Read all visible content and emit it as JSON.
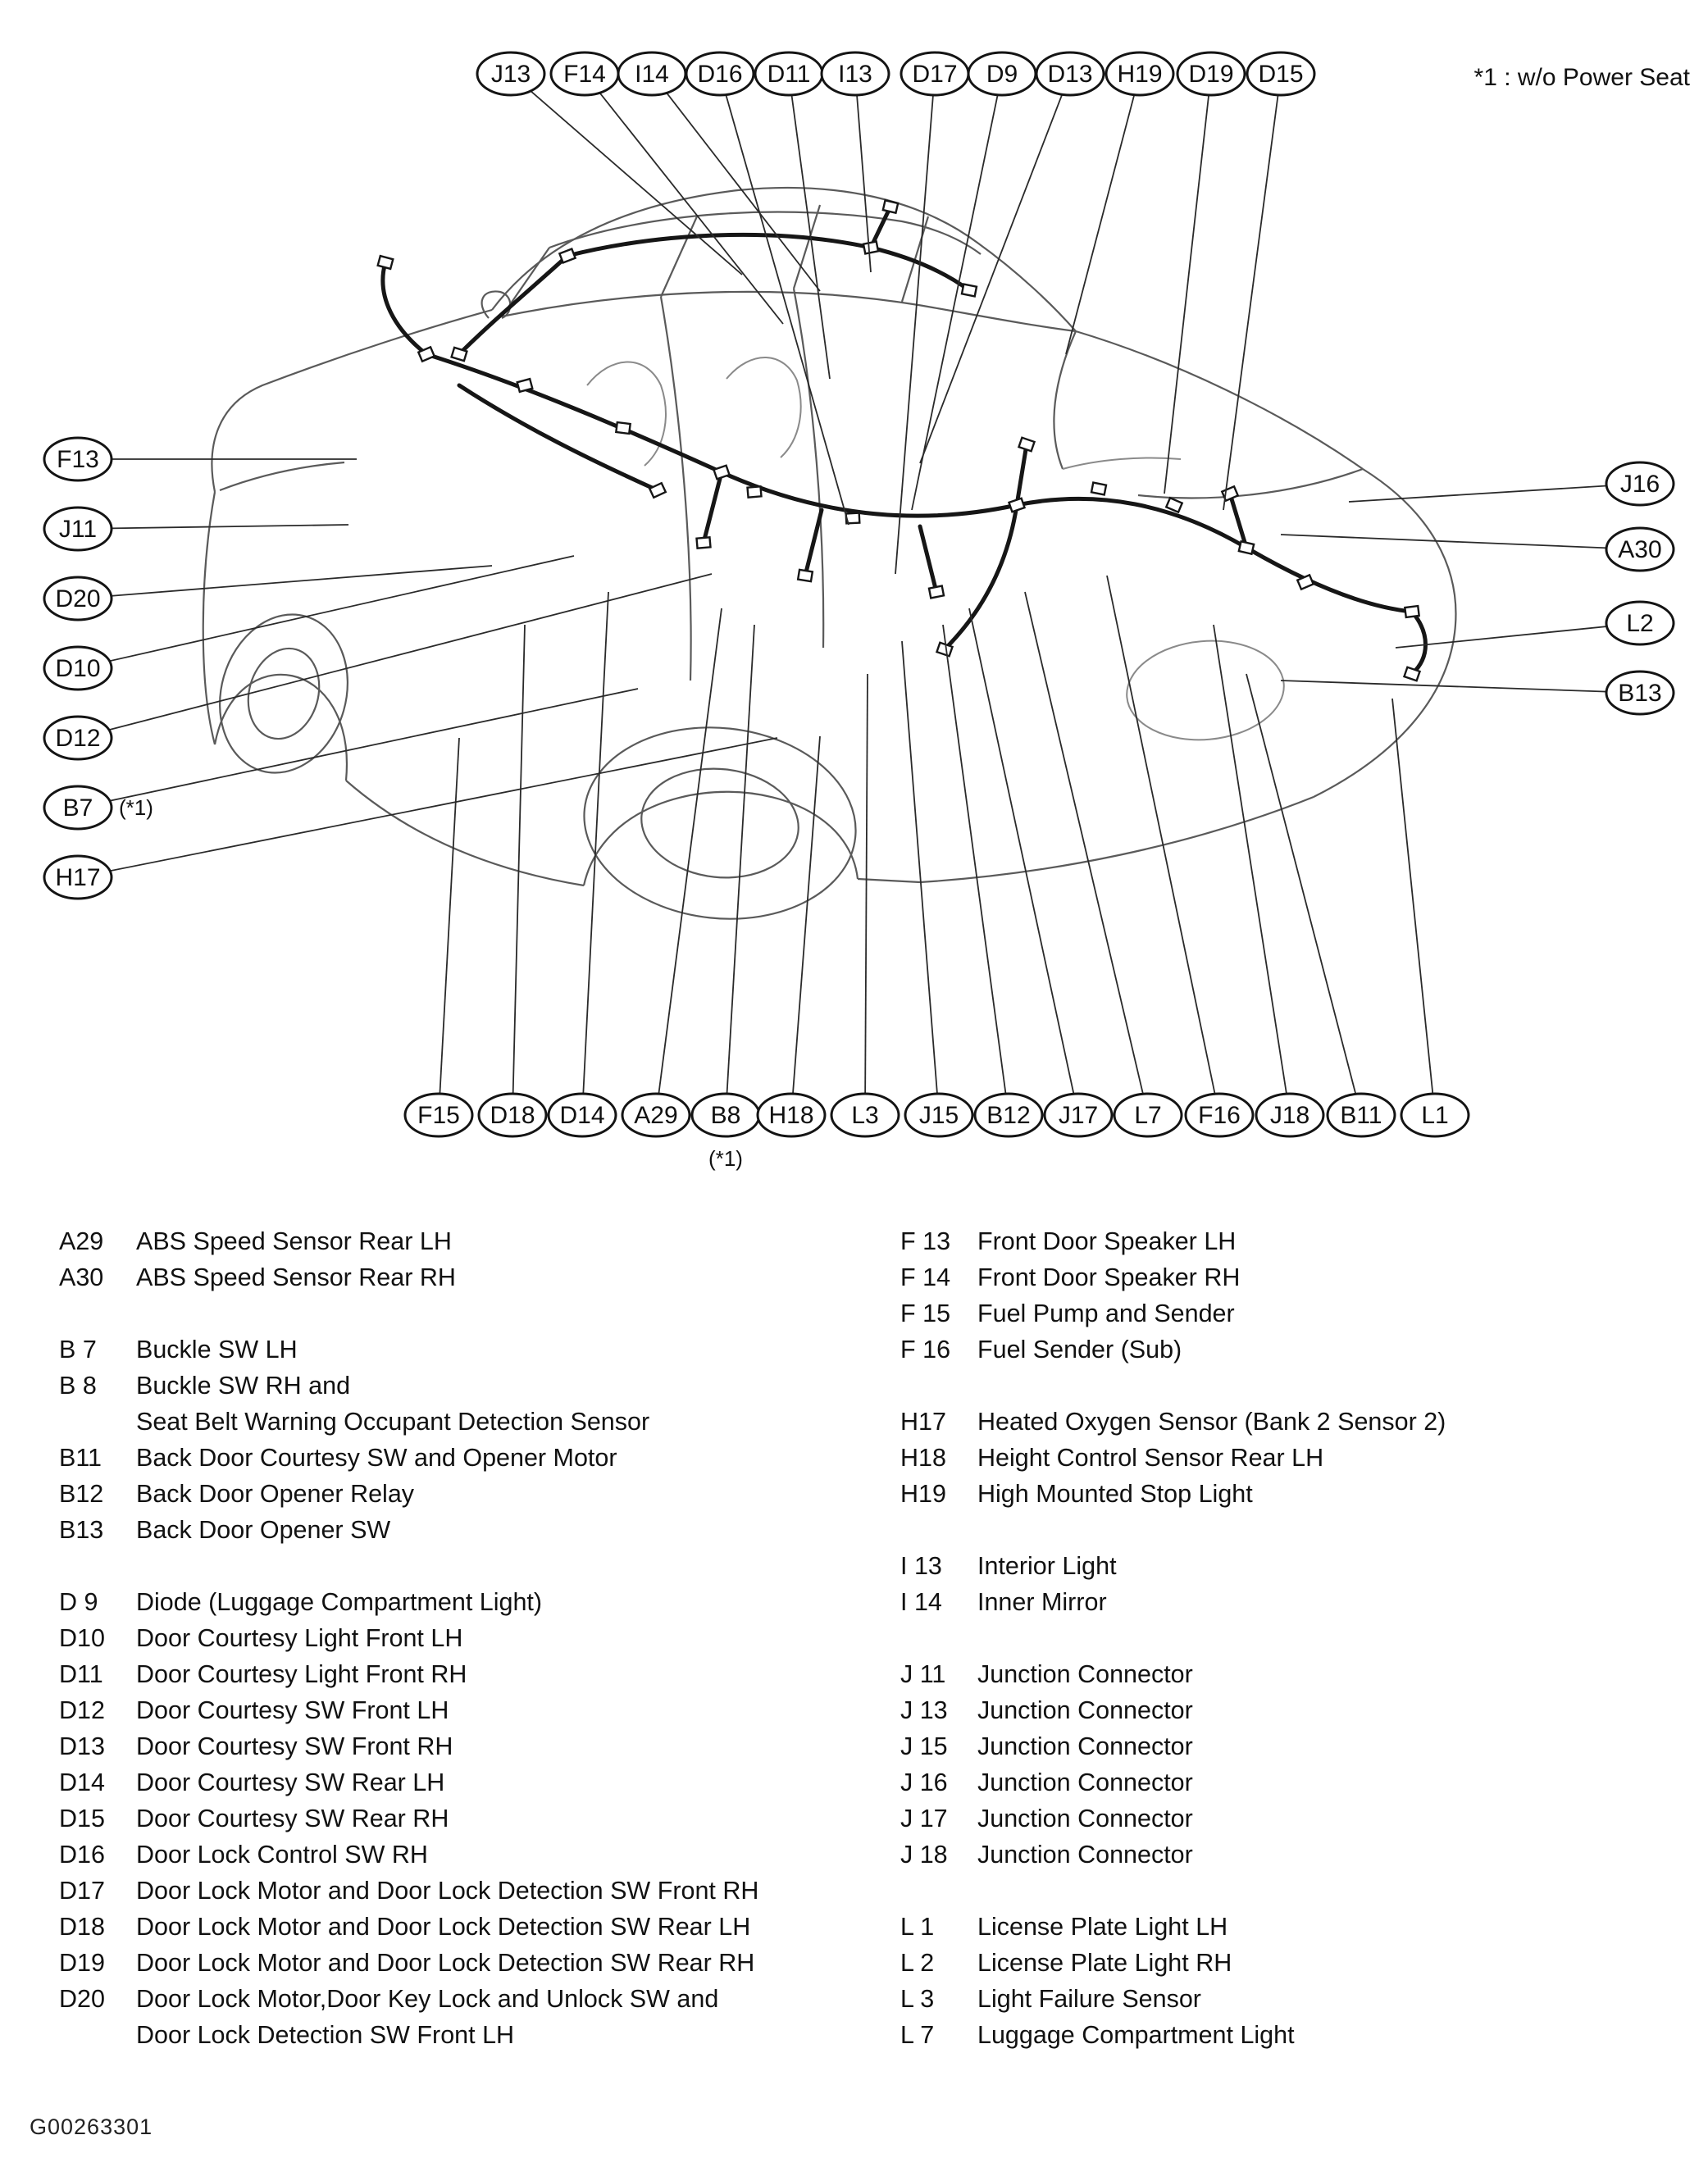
{
  "note": "*1 : w/o Power Seat",
  "footer_code": "G00263301",
  "diagram": {
    "top_labels": [
      "J13",
      "F14",
      "I14",
      "D16",
      "D11",
      "I13",
      "D17",
      "D9",
      "D13",
      "H19",
      "D19",
      "D15"
    ],
    "left_labels": [
      "F13",
      "J11",
      "D20",
      "D10",
      "D12",
      "B7",
      "H17"
    ],
    "left_suffix": {
      "B7": "(*1)"
    },
    "right_labels": [
      "J16",
      "A30",
      "L2",
      "B13"
    ],
    "bottom_labels": [
      "F15",
      "D18",
      "D14",
      "A29",
      "B8",
      "H18",
      "L3",
      "J15",
      "B12",
      "J17",
      "L7",
      "F16",
      "J18",
      "B11",
      "L1"
    ],
    "bottom_suffix": {
      "B8": "(*1)"
    }
  },
  "legend": {
    "left_groups": [
      {
        "entries": [
          {
            "code": "A29",
            "lines": [
              "ABS Speed Sensor Rear LH"
            ]
          },
          {
            "code": "A30",
            "lines": [
              "ABS Speed Sensor Rear RH"
            ]
          }
        ]
      },
      {
        "entries": [
          {
            "code": "B 7",
            "lines": [
              "Buckle SW LH"
            ]
          },
          {
            "code": "B 8",
            "lines": [
              "Buckle SW RH and",
              "Seat Belt Warning Occupant Detection Sensor"
            ]
          },
          {
            "code": "B11",
            "lines": [
              "Back Door Courtesy SW and Opener Motor"
            ]
          },
          {
            "code": "B12",
            "lines": [
              "Back Door Opener Relay"
            ]
          },
          {
            "code": "B13",
            "lines": [
              "Back Door Opener SW"
            ]
          }
        ]
      },
      {
        "entries": [
          {
            "code": "D 9",
            "lines": [
              "Diode (Luggage Compartment Light)"
            ]
          },
          {
            "code": "D10",
            "lines": [
              "Door Courtesy Light Front LH"
            ]
          },
          {
            "code": "D11",
            "lines": [
              "Door Courtesy Light Front RH"
            ]
          },
          {
            "code": "D12",
            "lines": [
              "Door Courtesy SW Front LH"
            ]
          },
          {
            "code": "D13",
            "lines": [
              "Door Courtesy SW Front RH"
            ]
          },
          {
            "code": "D14",
            "lines": [
              "Door Courtesy SW Rear LH"
            ]
          },
          {
            "code": "D15",
            "lines": [
              "Door Courtesy SW Rear RH"
            ]
          },
          {
            "code": "D16",
            "lines": [
              "Door Lock Control SW RH"
            ]
          },
          {
            "code": "D17",
            "lines": [
              "Door Lock Motor and Door Lock Detection SW Front RH"
            ]
          },
          {
            "code": "D18",
            "lines": [
              "Door Lock Motor and Door Lock Detection SW Rear LH"
            ]
          },
          {
            "code": "D19",
            "lines": [
              "Door Lock Motor and Door Lock Detection SW Rear RH"
            ]
          },
          {
            "code": "D20",
            "lines": [
              "Door Lock Motor,Door Key Lock and Unlock SW and",
              "Door Lock Detection SW Front LH"
            ]
          }
        ]
      }
    ],
    "right_groups": [
      {
        "entries": [
          {
            "code": "F 13",
            "lines": [
              "Front Door Speaker LH"
            ]
          },
          {
            "code": "F 14",
            "lines": [
              "Front Door Speaker RH"
            ]
          },
          {
            "code": "F 15",
            "lines": [
              "Fuel Pump and Sender"
            ]
          },
          {
            "code": "F 16",
            "lines": [
              "Fuel Sender (Sub)"
            ]
          }
        ]
      },
      {
        "entries": [
          {
            "code": "H17",
            "lines": [
              "Heated Oxygen Sensor (Bank 2 Sensor 2)"
            ]
          },
          {
            "code": "H18",
            "lines": [
              "Height Control Sensor Rear LH"
            ]
          },
          {
            "code": "H19",
            "lines": [
              "High Mounted Stop Light"
            ]
          }
        ]
      },
      {
        "entries": [
          {
            "code": "I 13",
            "lines": [
              "Interior Light"
            ]
          },
          {
            "code": "I 14",
            "lines": [
              "Inner Mirror"
            ]
          }
        ]
      },
      {
        "entries": [
          {
            "code": "J 11",
            "lines": [
              "Junction Connector"
            ]
          },
          {
            "code": "J 13",
            "lines": [
              "Junction Connector"
            ]
          },
          {
            "code": "J 15",
            "lines": [
              "Junction Connector"
            ]
          },
          {
            "code": "J 16",
            "lines": [
              "Junction Connector"
            ]
          },
          {
            "code": "J 17",
            "lines": [
              "Junction Connector"
            ]
          },
          {
            "code": "J 18",
            "lines": [
              "Junction Connector"
            ]
          }
        ]
      },
      {
        "entries": [
          {
            "code": "L 1",
            "lines": [
              "License Plate Light LH"
            ]
          },
          {
            "code": "L 2",
            "lines": [
              "License Plate Light RH"
            ]
          },
          {
            "code": "L 3",
            "lines": [
              "Light Failure Sensor"
            ]
          },
          {
            "code": "L 7",
            "lines": [
              "Luggage Compartment Light"
            ]
          }
        ]
      }
    ]
  }
}
